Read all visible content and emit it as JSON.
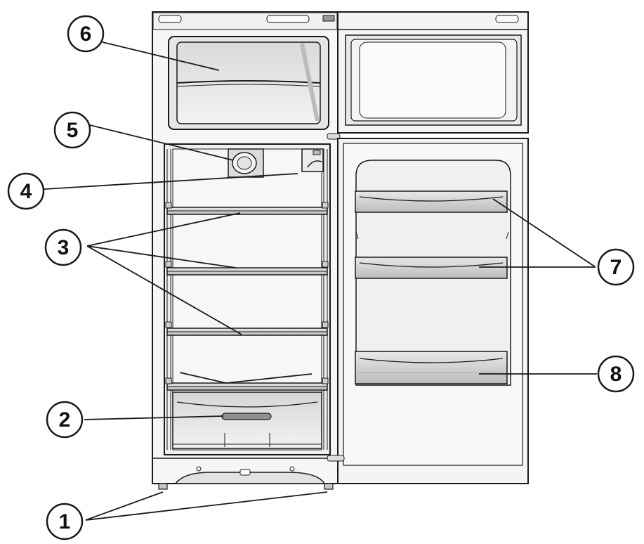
{
  "callouts": [
    {
      "id": "1",
      "label": "1"
    },
    {
      "id": "2",
      "label": "2"
    },
    {
      "id": "3",
      "label": "3"
    },
    {
      "id": "4",
      "label": "4"
    },
    {
      "id": "5",
      "label": "5"
    },
    {
      "id": "6",
      "label": "6"
    },
    {
      "id": "7",
      "label": "7"
    },
    {
      "id": "8",
      "label": "8"
    }
  ],
  "colors": {
    "line": "#1a1a1a",
    "shell": "#f4f4f4",
    "interior": "#ececec",
    "shade": "#d8d8d8",
    "shelf": "#bdbdbd",
    "white": "#ffffff"
  }
}
